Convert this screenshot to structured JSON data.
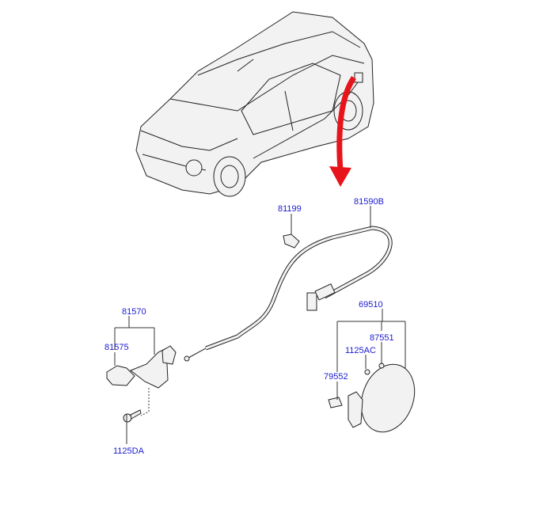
{
  "diagram": {
    "parts": {
      "p81199": "81199",
      "p81590B": "81590B",
      "p81570": "81570",
      "p81575": "81575",
      "p69510": "69510",
      "p87551": "87551",
      "p1125AC": "1125AC",
      "p79552": "79552",
      "p1125DA": "1125DA"
    },
    "colors": {
      "label": "#1a1ad0",
      "arrow": "#e8141b"
    }
  }
}
